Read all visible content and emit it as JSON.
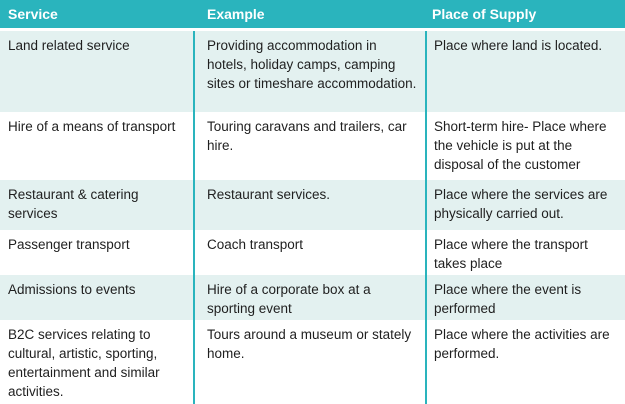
{
  "colors": {
    "header_bg": "#2ab4bd",
    "header_text": "#ffffff",
    "band_bg": "#e3f1f0",
    "divider": "#2ab4bd",
    "body_text": "#1f1f1f"
  },
  "table": {
    "columns": [
      "Service",
      "Example",
      "Place of Supply"
    ],
    "rows": [
      {
        "service": "Land related service",
        "example": "Providing accommodation in hotels, holiday camps, camping sites or timeshare accommodation.",
        "place": "Place where land is located."
      },
      {
        "service": "Hire of a means of transport",
        "example": "Touring caravans and trailers, car hire.",
        "place": "Short-term hire- Place where the vehicle is put at the disposal of the customer"
      },
      {
        "service": "Restaurant & catering services",
        "example": "Restaurant services.",
        "place": "Place where the services are physically carried out."
      },
      {
        "service": "Passenger transport",
        "example": "Coach transport",
        "place": "Place where the transport takes place"
      },
      {
        "service": "Admissions to events",
        "example": "Hire of a corporate box at a sporting event",
        "place": "Place where the event is performed"
      },
      {
        "service": "B2C services relating to cultural, artistic, sporting, entertainment and similar activities.",
        "example": "Tours around a museum or stately home.",
        "place": "Place where the activities are performed."
      }
    ]
  }
}
